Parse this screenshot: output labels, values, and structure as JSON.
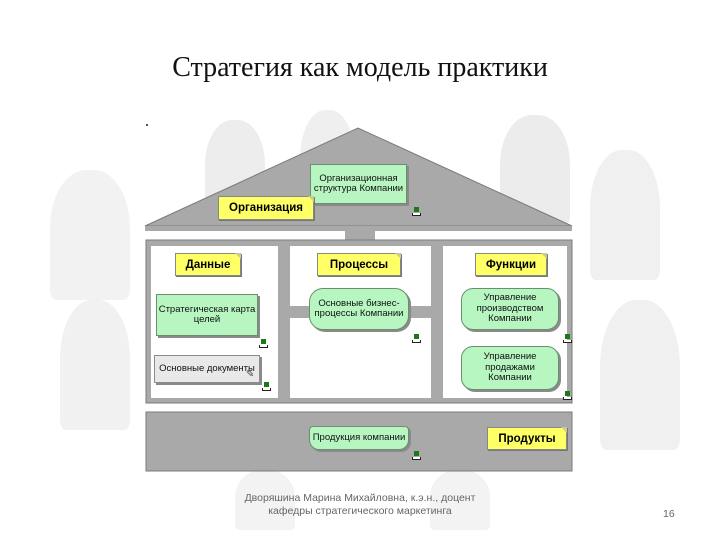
{
  "slide": {
    "title": "Стратегия как модель практики",
    "footer": "Дворяшина Марина Михайловна, к.э.н., доцент кафедры стратегического маркетинга",
    "page_number": "16"
  },
  "roof": {
    "org_structure": "Организационная структура Компании",
    "organization_label": "Организация"
  },
  "columns": {
    "data_label": "Данные",
    "processes_label": "Процессы",
    "functions_label": "Функции"
  },
  "items": {
    "strategy_map": "Стратегическая карта целей",
    "main_documents": "Основные документы",
    "main_processes": "Основные бизнес-процессы Компании",
    "production_management": "Управление производством Компании",
    "sales_management": "Управление продажами Компании"
  },
  "base": {
    "company_products": "Продукция компании",
    "products_label": "Продукты"
  },
  "colors": {
    "label_yellow": "#ffff66",
    "item_green": "#b7f5c1",
    "house_grey": "#a8a8a8"
  }
}
